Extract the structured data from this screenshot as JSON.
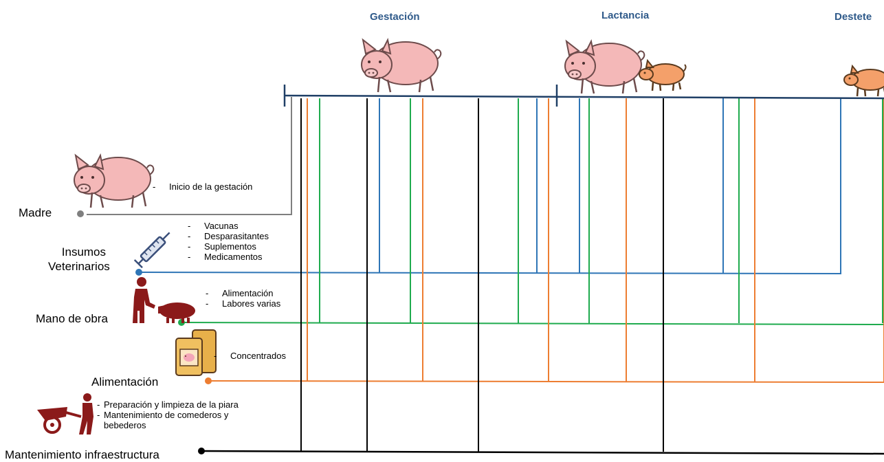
{
  "phases": {
    "gestacion": "Gestación",
    "lactancia": "Lactancia",
    "destete": "Destete"
  },
  "categories": {
    "madre": {
      "label": "Madre",
      "items": [
        "Inicio de la gestación"
      ]
    },
    "insumos": {
      "label_line1": "Insumos",
      "label_line2": "Veterinarios",
      "items": [
        "Vacunas",
        "Desparasitantes",
        "Suplementos",
        "Medicamentos"
      ]
    },
    "mano_obra": {
      "label": "Mano de obra",
      "items": [
        "Alimentación",
        "Labores varias"
      ]
    },
    "alimentacion": {
      "label": "Alimentación",
      "items": [
        "Concentrados"
      ]
    },
    "mantenimiento": {
      "label": "Mantenimiento infraestructura",
      "items": [
        "Preparación y limpieza de la piara",
        "Mantenimiento de comederos y bebederos"
      ]
    }
  },
  "colors": {
    "timeline": "#1f3f66",
    "phase_text": "#2f5a8a",
    "madre": "#7f7f7f",
    "insumos": "#2e75b6",
    "mano_obra": "#1fab4e",
    "alimentacion": "#ed7d31",
    "mantenimiento": "#000000",
    "sow": "#f4b8b8",
    "piglet": "#f4a06a",
    "icon_dark": "#8b1a1a",
    "syringe": "#3a4f7a",
    "bag": "#e8b04a"
  },
  "icons": {
    "sow": "sow-icon",
    "piglet": "piglet-icon",
    "syringe": "syringe-icon",
    "worker_pig": "farmer-feeding-pig-icon",
    "feed_bags": "feed-bags-icon",
    "wheelbarrow": "worker-wheelbarrow-icon"
  }
}
